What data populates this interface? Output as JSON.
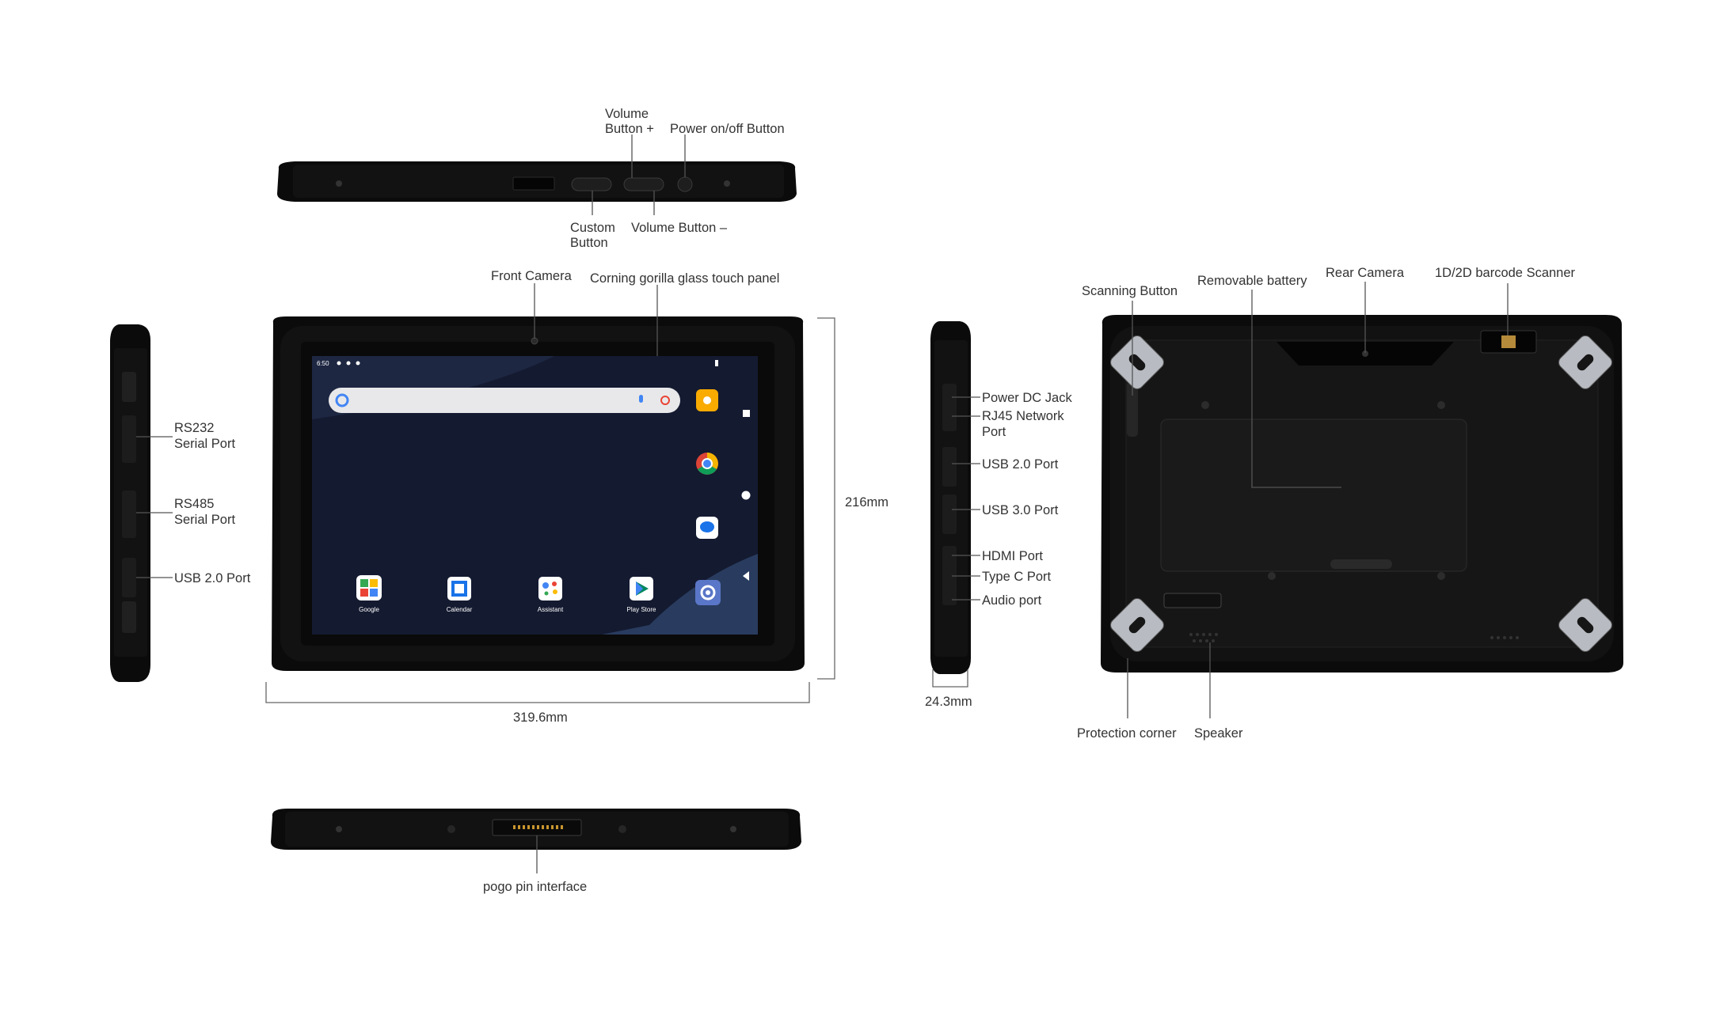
{
  "labels": {
    "volume_plus_line1": "Volume",
    "volume_plus_line2": "Button +",
    "power_button": "Power on/off Button",
    "custom_button_line1": "Custom",
    "custom_button_line2": "Button",
    "volume_minus": "Volume Button –",
    "front_camera": "Front Camera",
    "gorilla_glass": "Corning gorilla glass touch panel",
    "rs232_line1": "RS232",
    "rs232_line2": "Serial Port",
    "rs485_line1": "RS485",
    "rs485_line2": "Serial Port",
    "usb20_left": "USB 2.0 Port",
    "height_dim": "216mm",
    "width_dim": "319.6mm",
    "power_dc": "Power DC Jack",
    "rj45_line1": "RJ45 Network",
    "rj45_line2": "Port",
    "usb20_right": "USB 2.0 Port",
    "usb30": "USB 3.0 Port",
    "hdmi": "HDMI Port",
    "typec": "Type C Port",
    "audio": "Audio port",
    "depth_dim": "24.3mm",
    "scanning_button": "Scanning Button",
    "removable_battery": "Removable battery",
    "rear_camera": "Rear Camera",
    "barcode_scanner": "1D/2D barcode Scanner",
    "protection_corner": "Protection corner",
    "speaker": "Speaker",
    "pogo_pin": "pogo pin interface"
  },
  "screen": {
    "time": "6:50",
    "apps": [
      "Google",
      "Calendar",
      "Assistant",
      "Play Store"
    ]
  },
  "icons": {
    "search": "google-g-icon",
    "mic": "microphone-icon",
    "lens": "lens-icon",
    "camera_app": "camera-app-icon",
    "chrome": "chrome-icon",
    "messages": "messages-icon",
    "settings": "settings-icon"
  },
  "colors": {
    "device_body": "#121212",
    "screen_bg": "#141a30",
    "corner_metal": "#b8bcc2"
  }
}
